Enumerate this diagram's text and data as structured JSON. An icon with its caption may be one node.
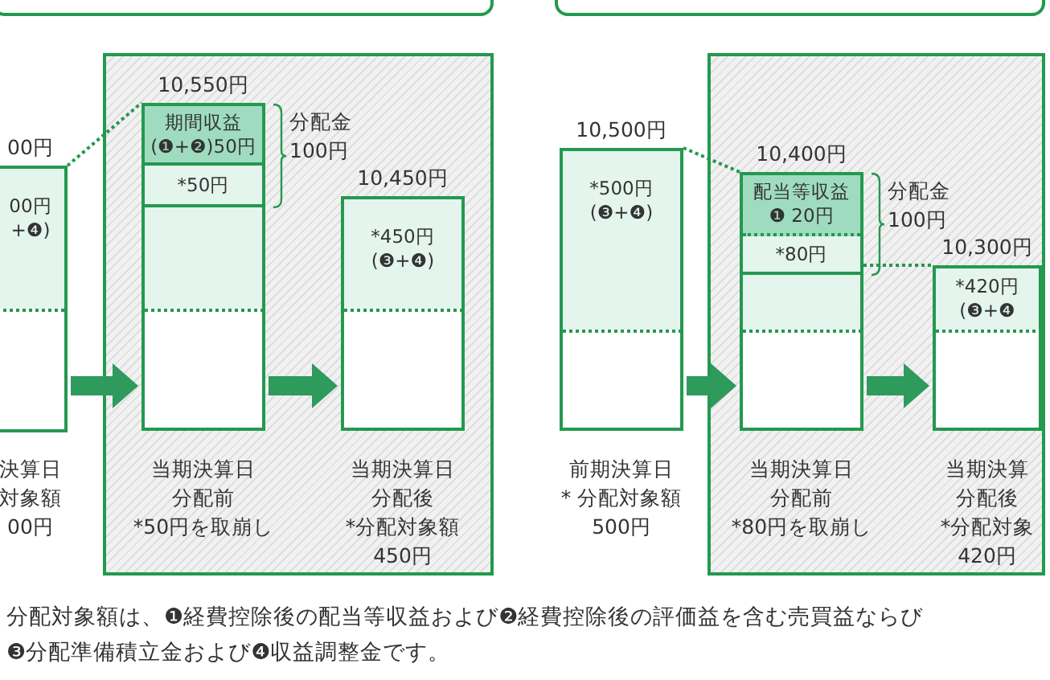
{
  "diagram": {
    "nodes": [
      {
        "text": [],
        "shape": "box"
      },
      {
        "text": [],
        "shape": "box"
      },
      {
        "text": [
          "00円 +❹)"
        ],
        "beside": [
          "00円",
          "決算日",
          "対象額",
          "00円"
        ]
      },
      {
        "text": [],
        "shape": "box"
      },
      {
        "text": [
          "期間収益 (❶+❷)50円",
          "*50円"
        ],
        "in": 3,
        "beside": [
          "10,550円",
          "当期決算日",
          "分配前",
          "*50円を取崩し"
        ]
      },
      {
        "text": [
          "*450円 (❸+❹)"
        ],
        "in": 3,
        "beside": [
          "10,450円",
          "当期決算日",
          "分配後",
          "*分配対象額",
          "450円"
        ]
      },
      {
        "text": [
          "*500円 (❸+❹)"
        ],
        "beside": [
          "10,500円",
          "前期決算日",
          "* 分配対象額",
          "500円"
        ]
      },
      {
        "text": [],
        "shape": "box"
      },
      {
        "text": [
          "配当等収益 ❶ 20円",
          "*80円"
        ],
        "in": 7,
        "beside": [
          "10,400円",
          "当期決算日",
          "分配前",
          "*80円を取崩し"
        ]
      },
      {
        "text": [
          "*420円 (❸+❹"
        ],
        "in": 7,
        "beside": [
          "10,300円",
          "当期決算",
          "分配後",
          "*分配対象",
          "420円"
        ]
      }
    ],
    "edges": [
      {
        "from": 2,
        "to": 4,
        "arrow": "none",
        "style": "dashed"
      },
      {
        "from": 2,
        "to": 4,
        "arrow": "to"
      },
      {
        "from": 4,
        "to": 5,
        "arrow": "to"
      },
      {
        "from": 6,
        "to": 8,
        "arrow": "none",
        "style": "dashed"
      },
      {
        "from": 6,
        "to": 8,
        "arrow": "to"
      },
      {
        "from": 8,
        "to": 9,
        "arrow": "none",
        "style": "dashed"
      },
      {
        "from": 8,
        "to": 9,
        "arrow": "to"
      }
    ],
    "labels": [
      "分配金 100円",
      "分配金 100円",
      "分配対象額は、❶経費控除後の配当等収益および❷経費控除後の評価益を含む売買益ならび",
      "❸分配準備積立金および❹収益調整金です。"
    ]
  }
}
